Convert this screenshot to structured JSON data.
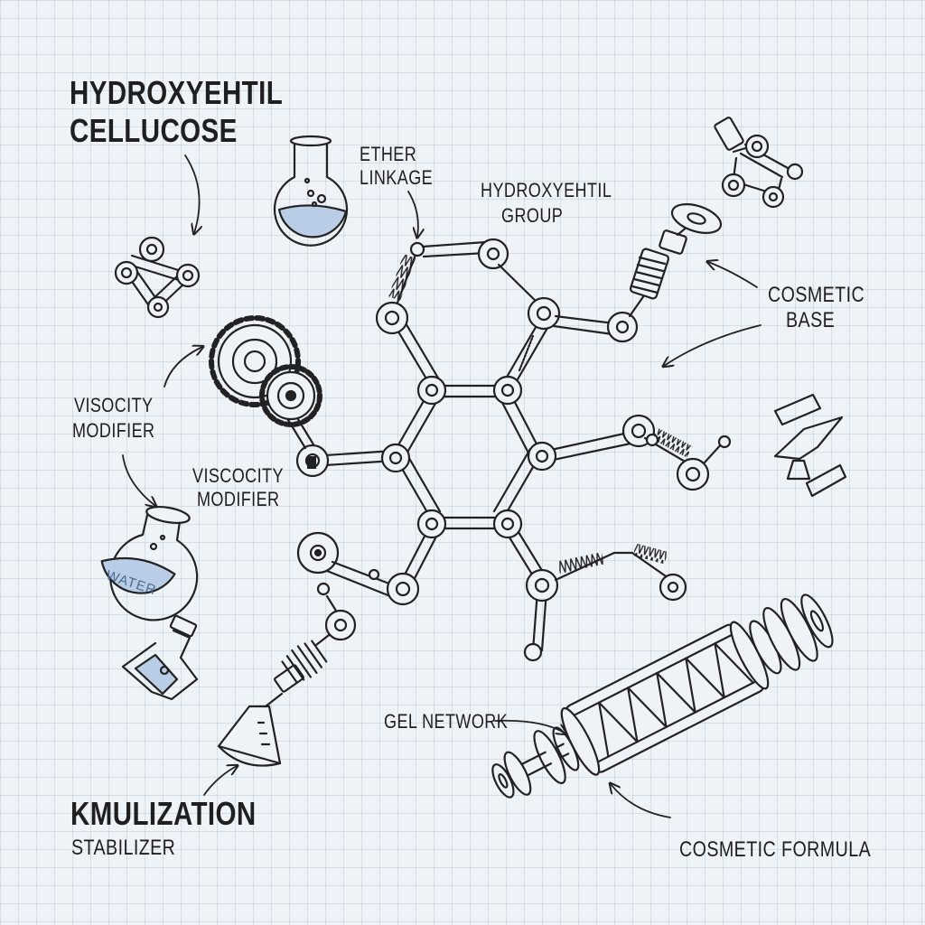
{
  "labels": {
    "title_line1": "HYDROXYEHTIL",
    "title_line2": "CELLUCOSE",
    "ether_line1": "ETHER",
    "ether_line2": "LINKAGE",
    "hydroxy_line1": "HYDROXYEHTIL",
    "hydroxy_line2": "GROUP",
    "cosmetic_base_line1": "COSMETIC",
    "cosmetic_base_line2": "BASE",
    "viscocity1_line1": "VISOCITY",
    "viscocity1_line2": "MODIFIER",
    "viscocity2_line1": "VISCOCITY",
    "viscocity2_line2": "MODIFIER",
    "gel_network": "GEL NETWORK",
    "emulsion_line1": "KMULIZATION",
    "emulsion_line2": "STABILIZER",
    "cosmetic_formula": "COSMETIC FORMULA",
    "flask_water": "WATER"
  },
  "colors": {
    "background": "#eef3f8",
    "grid": "#a8bcd2",
    "ink": "#1e1e1e",
    "liquid": "#b9cde6"
  }
}
